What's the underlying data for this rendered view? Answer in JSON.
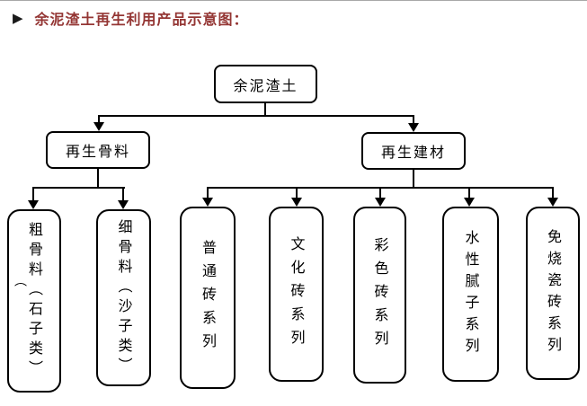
{
  "page": {
    "title_marker": "▶",
    "title": "余泥渣土再生利用产品示意图："
  },
  "colors": {
    "title_text": "#943634",
    "line": "#000000",
    "box_border": "#000000",
    "background": "#ffffff",
    "top_rule": "#a8a8a8"
  },
  "tree": {
    "root": {
      "label": "余泥渣土"
    },
    "level2": [
      {
        "label": "再生骨料"
      },
      {
        "label": "再生建材"
      }
    ],
    "aggregate_products": [
      {
        "label": "粗骨料（石子类）",
        "stray": "（"
      },
      {
        "label": "细骨料（沙子类）"
      }
    ],
    "material_products": [
      {
        "label": "普通砖系列"
      },
      {
        "label": "文化砖系列"
      },
      {
        "label": "彩色砖系列"
      },
      {
        "label": "水性腻子系列"
      },
      {
        "label": "免烧瓷砖系列"
      }
    ]
  }
}
